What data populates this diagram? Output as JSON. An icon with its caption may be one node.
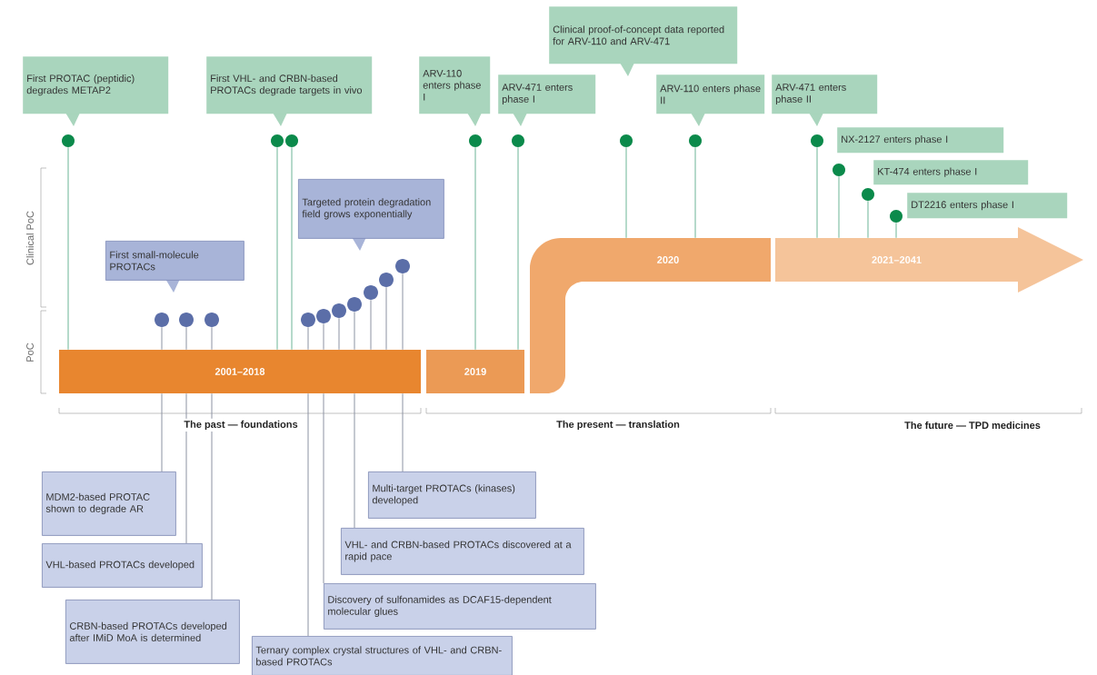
{
  "diagram": {
    "nodes": [
      {
        "text": [
          "First PROTAC (peptidic) degrades METAP2"
        ]
      },
      {
        "text": [
          "First VHL- and CRBN-based PROTACs degrade targets in vivo"
        ]
      },
      {
        "text": [
          "ARV-110 enters phase I"
        ]
      },
      {
        "text": [
          "ARV-471 enters phase I"
        ]
      },
      {
        "text": [
          "Clinical proof-of-concept data reported for ARV-110 and ARV-471"
        ]
      },
      {
        "text": [
          "ARV-110 enters phase II"
        ]
      },
      {
        "text": [
          "ARV-471 enters phase II"
        ]
      },
      {
        "text": [
          "NX-2127 enters phase I"
        ]
      },
      {
        "text": [
          "KT-474 enters phase I"
        ]
      },
      {
        "text": [
          "DT2216 enters phase I"
        ]
      },
      {
        "text": [],
        "shape": "circle"
      },
      {
        "text": [],
        "shape": "circle"
      },
      {
        "text": [],
        "shape": "circle"
      },
      {
        "text": [],
        "shape": "circle"
      },
      {
        "text": [],
        "shape": "circle"
      },
      {
        "text": [],
        "shape": "circle"
      },
      {
        "text": [],
        "shape": "circle"
      },
      {
        "text": [],
        "shape": "circle"
      },
      {
        "text": [],
        "shape": "circle"
      },
      {
        "text": [],
        "shape": "circle"
      },
      {
        "text": [],
        "shape": "circle"
      },
      {
        "text": [
          "First small-molecule PROTACs"
        ]
      },
      {
        "text": [
          "Targeted protein degradation field grows exponentially"
        ]
      },
      {
        "text": [],
        "shape": "circle"
      },
      {
        "text": [],
        "shape": "circle"
      },
      {
        "text": [],
        "shape": "circle"
      },
      {
        "text": [],
        "shape": "circle"
      },
      {
        "text": [],
        "shape": "circle"
      },
      {
        "text": [],
        "shape": "circle"
      },
      {
        "text": [],
        "shape": "circle"
      },
      {
        "text": [],
        "shape": "circle"
      },
      {
        "text": [],
        "shape": "circle"
      },
      {
        "text": [],
        "shape": "circle"
      },
      {
        "text": [
          "2001–2018"
        ]
      },
      {
        "text": [
          "2019"
        ]
      },
      {
        "text": [
          "2020"
        ]
      },
      {
        "text": [
          "2021–2041"
        ]
      },
      {
        "text": [
          "MDM2-based PROTAC shown to degrade AR"
        ]
      },
      {
        "text": [
          "VHL-based PROTACs developed"
        ]
      },
      {
        "text": [
          "CRBN-based PROTACs developed after IMiD MoA is determined"
        ]
      },
      {
        "text": [
          "Ternary complex crystal structures of VHL- and CRBN-based PROTACs"
        ]
      },
      {
        "text": [
          "Discovery of sulfonamides as DCAF15-dependent molecular glues"
        ]
      },
      {
        "text": [
          "VHL- and CRBN-based PROTACs discovered at a rapid pace"
        ]
      },
      {
        "text": [
          "Multi-target PROTACs (kinases) developed"
        ]
      }
    ],
    "edges": [
      {
        "from": 10,
        "to": 33,
        "arrow": "none",
        "color": "#6cb596"
      },
      {
        "from": 11,
        "to": 33,
        "arrow": "none",
        "color": "#6cb596"
      },
      {
        "from": 12,
        "to": 33,
        "arrow": "none",
        "color": "#6cb596"
      },
      {
        "from": 13,
        "to": 34,
        "arrow": "none",
        "color": "#6cb596"
      },
      {
        "from": 14,
        "to": 34,
        "arrow": "none",
        "color": "#6cb596"
      },
      {
        "from": 15,
        "to": 35,
        "arrow": "none",
        "color": "#6cb596"
      },
      {
        "from": 16,
        "to": 35,
        "arrow": "none",
        "color": "#6cb596"
      },
      {
        "from": 17,
        "to": 36,
        "arrow": "none",
        "color": "#6cb596"
      },
      {
        "from": 18,
        "to": 36,
        "arrow": "none",
        "color": "#6cb596"
      },
      {
        "from": 19,
        "to": 36,
        "arrow": "none",
        "color": "#6cb596"
      },
      {
        "from": 20,
        "to": 36,
        "arrow": "none",
        "color": "#6cb596"
      },
      {
        "from": 23,
        "to": 33,
        "arrow": "none"
      },
      {
        "from": 24,
        "to": 33,
        "arrow": "none"
      },
      {
        "from": 25,
        "to": 33,
        "arrow": "none"
      },
      {
        "from": 26,
        "to": 33,
        "arrow": "none"
      },
      {
        "from": 27,
        "to": 33,
        "arrow": "none"
      },
      {
        "from": 28,
        "to": 33,
        "arrow": "none"
      },
      {
        "from": 29,
        "to": 33,
        "arrow": "none"
      },
      {
        "from": 30,
        "to": 33,
        "arrow": "none"
      },
      {
        "from": 31,
        "to": 33,
        "arrow": "none"
      },
      {
        "from": 32,
        "to": 33,
        "arrow": "none"
      },
      {
        "from": 33,
        "to": 37,
        "arrow": "none"
      },
      {
        "from": 33,
        "to": 38,
        "arrow": "none"
      },
      {
        "from": 33,
        "to": 39,
        "arrow": "none"
      },
      {
        "from": 33,
        "to": 40,
        "arrow": "none"
      },
      {
        "from": 33,
        "to": 41,
        "arrow": "none"
      },
      {
        "from": 33,
        "to": 42,
        "arrow": "none"
      },
      {
        "from": 33,
        "to": 43,
        "arrow": "none"
      }
    ],
    "labels": [
      "Clinical PoC",
      "PoC",
      "The past — foundations",
      "The present — translation",
      "The future — TPD medicines"
    ]
  }
}
